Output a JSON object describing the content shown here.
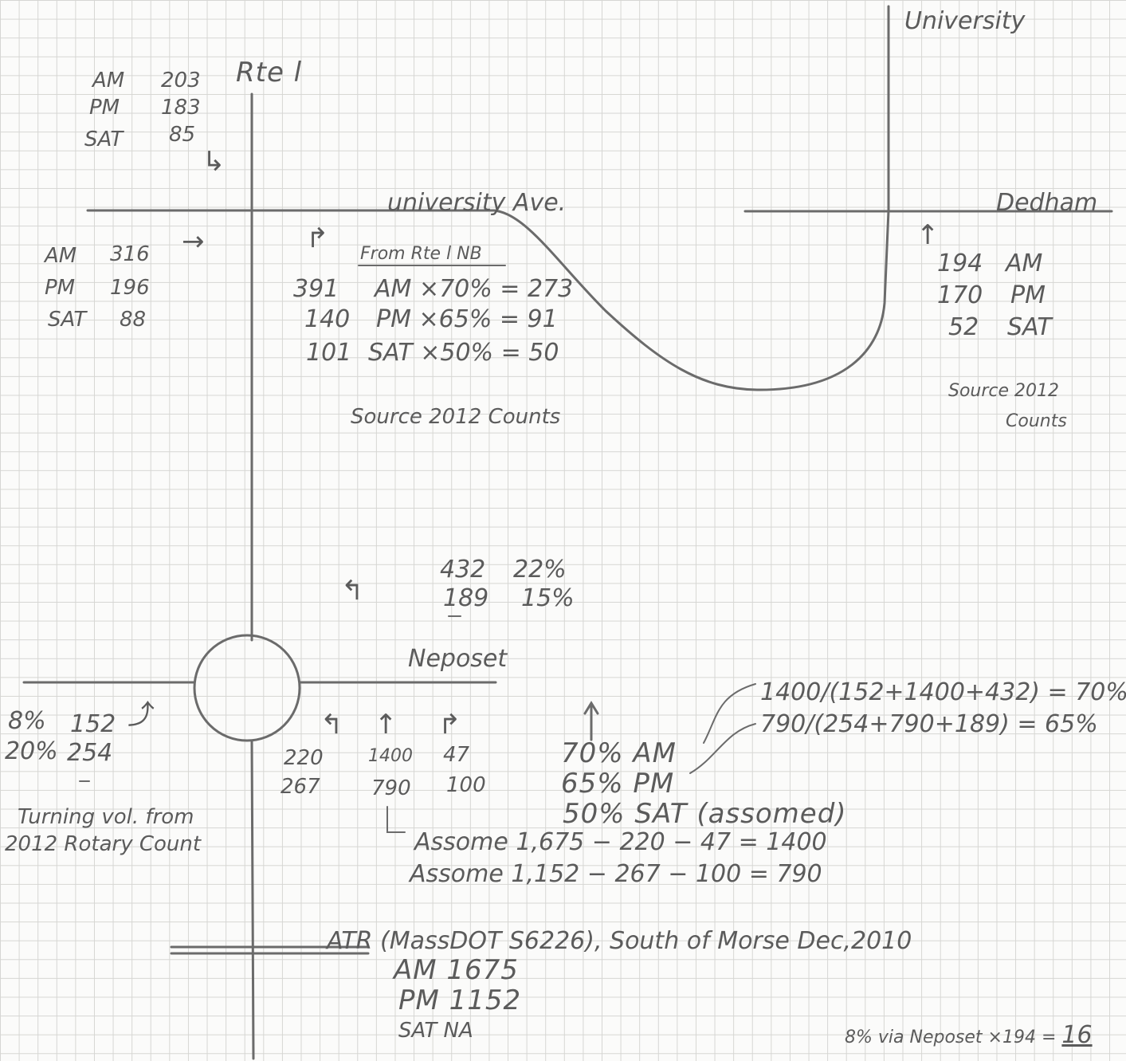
{
  "roads": {
    "rte1": "Rte l",
    "university_ave": "university Ave.",
    "university_top": "University",
    "dedham": "Dedham",
    "neposet": "Neposet"
  },
  "topleft": {
    "am": "AM",
    "am_val": "203",
    "pm": "PM",
    "pm_val": "183",
    "sat": "SAT",
    "sat_val": "85"
  },
  "left_mid": {
    "am": "AM",
    "am_val": "316",
    "pm": "PM",
    "pm_val": "196",
    "sat": "SAT",
    "sat_val": "88"
  },
  "from_rte1": {
    "header": "From Rte l NB",
    "rows": [
      {
        "count": "391",
        "calc": "AM ×70% = 273"
      },
      {
        "count": "140",
        "calc": "PM ×65% = 91"
      },
      {
        "count": "101",
        "calc": "SAT ×50% = 50"
      }
    ],
    "source": "Source 2012 Counts"
  },
  "dedham_box": {
    "am_val": "194",
    "am": "AM",
    "pm_val": "170",
    "pm": "PM",
    "sat_val": "52",
    "sat": "SAT",
    "source1": "Source 2012",
    "source2": "Counts"
  },
  "mid_pct": {
    "r1": "432",
    "p1": "22%",
    "r2": "189",
    "p2": "15%"
  },
  "left_rotary": {
    "p1": "8%",
    "v1": "152",
    "p2": "20%",
    "v2": "254",
    "note1": "Turning vol. from",
    "note2": "2012 Rotary Count"
  },
  "approach": {
    "l1": "220",
    "c1": "1400",
    "r1": "47",
    "l2": "267",
    "c2": "790",
    "r2": "100"
  },
  "pct_block": {
    "am": "70% AM",
    "pm": "65% PM",
    "sat": "50% SAT (assomed)"
  },
  "calcs": {
    "c1": "1400/(152+1400+432) = 70%",
    "c2": "790/(254+790+189) = 65%",
    "a1": "Assome 1,675 − 220 − 47 = 1400",
    "a2": "Assome 1,152 − 267 − 100 = 790"
  },
  "atr": {
    "line": "ATR (MassDOT S6226), South of Morse Dec,2010",
    "am": "AM 1675",
    "pm": "PM 1152",
    "sat": "SAT NA"
  },
  "footer": {
    "text": "8% via Neposet ×194 = ",
    "result": "16"
  }
}
